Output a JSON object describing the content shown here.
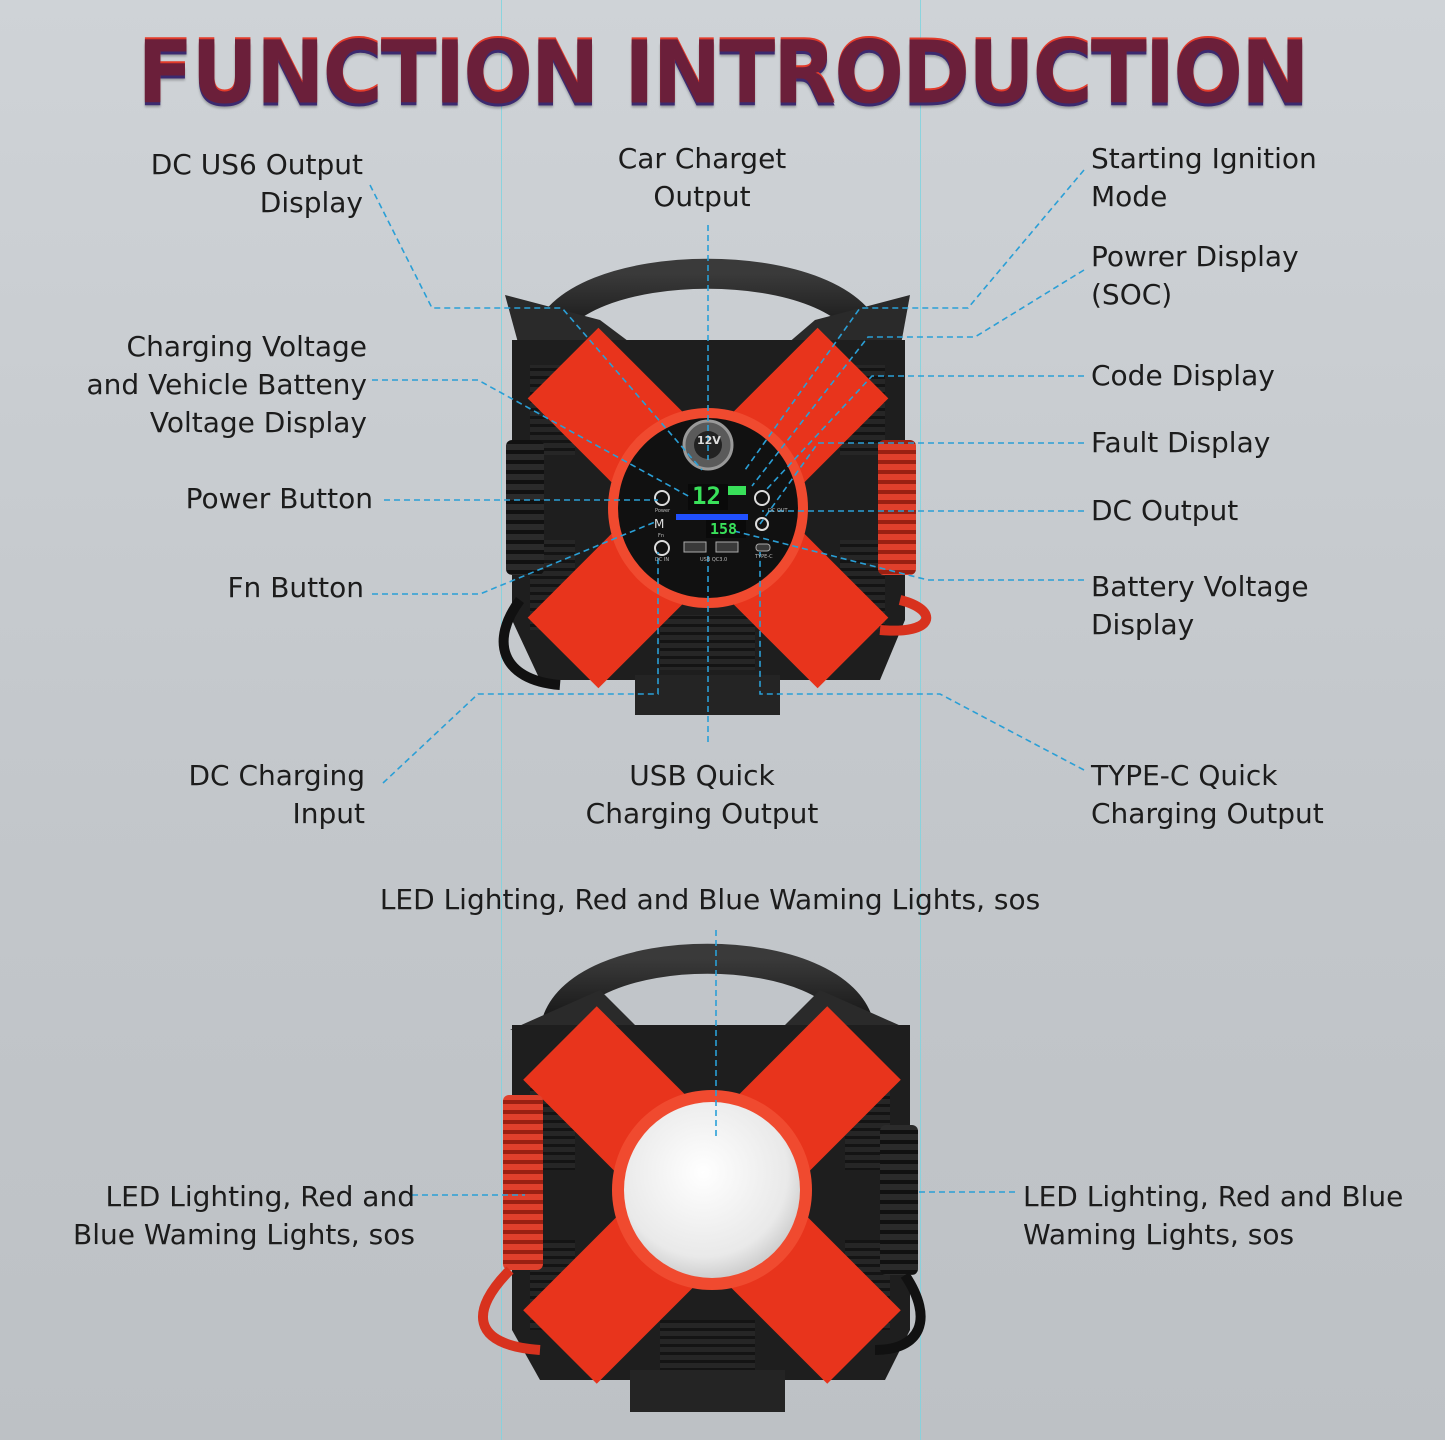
{
  "title": "FUNCTION INTRODUCTION",
  "labels": {
    "dc_usb_output_display": "DC US6 Output\nDisplay",
    "car_charger_output": "Car Charget\nOutput",
    "starting_ignition_mode": "Starting Ignition\nMode",
    "power_display_soc": "Powrer Display\n(SOC)",
    "charging_voltage_display": "Charging Voltage\nand Vehicle Batteny\nVoltage Display",
    "code_display": "Code Display",
    "fault_display": "Fault Display",
    "power_button": "Power Button",
    "dc_output": "DC Output",
    "fn_button": "Fn Button",
    "battery_voltage_display": "Battery Voltage\nDisplay",
    "dc_charging_input": "DC Charging\nInput",
    "usb_quick_charging_output": "USB Quick\nCharging Output",
    "typec_quick_charging_output": "TYPE-C Quick\nCharging Output",
    "led_top": "LED Lighting, Red and Blue Waming Lights, sos",
    "led_left": "LED Lighting, Red and\nBlue Waming Lights, sos",
    "led_right": "LED Lighting, Red and Blue\nWaming Lights, sos"
  },
  "device": {
    "socket_label": "12V",
    "display_main": "12",
    "display_secondary": "158",
    "panel_power": "Power",
    "panel_fn": "Fn",
    "panel_dc_in": "DC IN",
    "panel_dc_out": "DC OUT",
    "panel_usb": "USB QC3.0",
    "panel_typec": "TYPE-C",
    "fn_glyph": "M"
  },
  "colors": {
    "accent_red": "#e8341c",
    "body_black": "#1e1e1e",
    "leader_line": "#2a9fd6",
    "display_green": "#39e05a"
  }
}
